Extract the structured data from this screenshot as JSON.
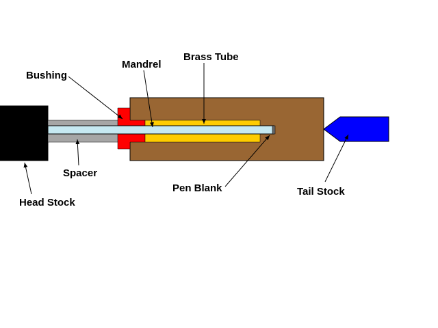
{
  "labels": {
    "bushing": "Bushing",
    "mandrel": "Mandrel",
    "brass_tube": "Brass Tube",
    "spacer": "Spacer",
    "head_stock": "Head Stock",
    "pen_blank": "Pen Blank",
    "tail_stock": "Tail Stock"
  },
  "colors": {
    "head_stock": "#000000",
    "spacer": "#a6a6a6",
    "mandrel": "#c6e9f2",
    "bushing": "#ff0000",
    "pen_blank": "#996633",
    "brass_tube": "#ffcc00",
    "tail_stock": "#0000ff"
  }
}
